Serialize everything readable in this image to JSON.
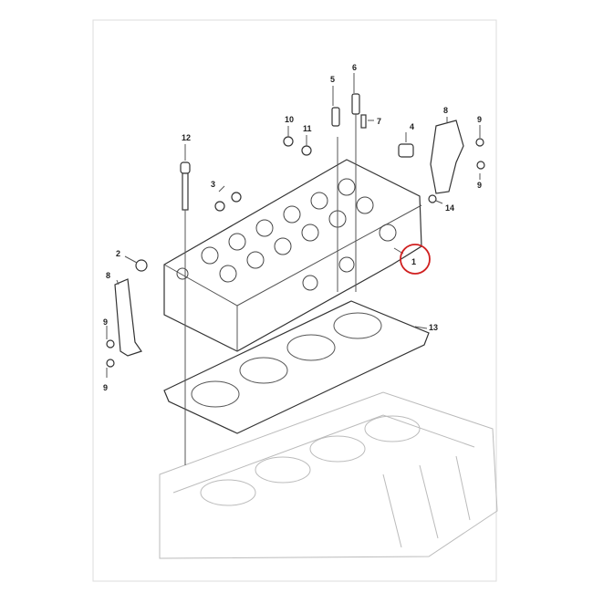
{
  "diagram": {
    "callouts": [
      {
        "id": "12",
        "text": "12"
      },
      {
        "id": "10",
        "text": "10"
      },
      {
        "id": "11",
        "text": "11"
      },
      {
        "id": "5",
        "text": "5"
      },
      {
        "id": "6",
        "text": "6"
      },
      {
        "id": "7",
        "text": "7"
      },
      {
        "id": "4",
        "text": "4"
      },
      {
        "id": "8r",
        "text": "8"
      },
      {
        "id": "9a",
        "text": "9"
      },
      {
        "id": "9b",
        "text": "9"
      },
      {
        "id": "3",
        "text": "3"
      },
      {
        "id": "14",
        "text": "14"
      },
      {
        "id": "2",
        "text": "2"
      },
      {
        "id": "8l",
        "text": "8"
      },
      {
        "id": "1",
        "text": "1"
      },
      {
        "id": "9c",
        "text": "9"
      },
      {
        "id": "9d",
        "text": "9"
      },
      {
        "id": "13",
        "text": "13"
      }
    ],
    "highlight_color": "#d02020"
  }
}
